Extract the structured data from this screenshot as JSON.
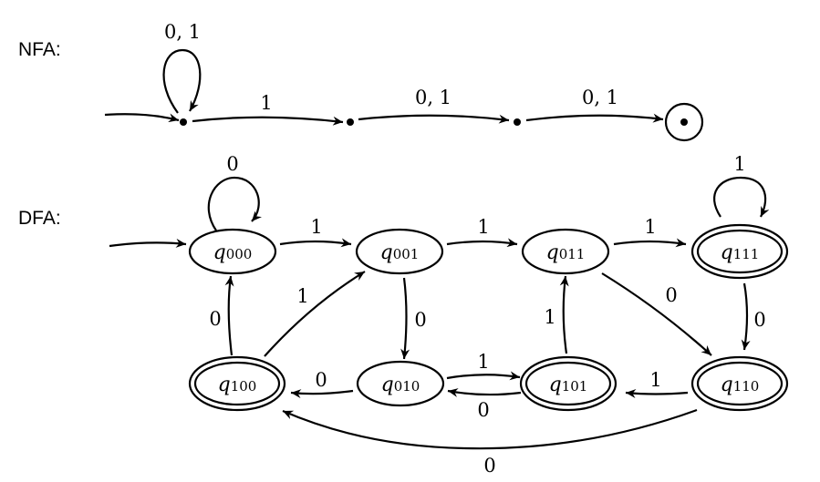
{
  "nfa": {
    "title": "NFA:",
    "states": [
      {
        "id": "n0",
        "start": true,
        "accepting": false
      },
      {
        "id": "n1",
        "start": false,
        "accepting": false
      },
      {
        "id": "n2",
        "start": false,
        "accepting": false
      },
      {
        "id": "n3",
        "start": false,
        "accepting": true
      }
    ],
    "transitions": [
      {
        "from": "n0",
        "to": "n0",
        "label": "0, 1"
      },
      {
        "from": "n0",
        "to": "n1",
        "label": "1"
      },
      {
        "from": "n1",
        "to": "n2",
        "label": "0, 1"
      },
      {
        "from": "n2",
        "to": "n3",
        "label": "0, 1"
      }
    ]
  },
  "dfa": {
    "title": "DFA:",
    "states": [
      {
        "id": "q000",
        "name": "q",
        "sub": "000",
        "start": true,
        "accepting": false
      },
      {
        "id": "q001",
        "name": "q",
        "sub": "001",
        "start": false,
        "accepting": false
      },
      {
        "id": "q011",
        "name": "q",
        "sub": "011",
        "start": false,
        "accepting": false
      },
      {
        "id": "q111",
        "name": "q",
        "sub": "111",
        "start": false,
        "accepting": true
      },
      {
        "id": "q100",
        "name": "q",
        "sub": "100",
        "start": false,
        "accepting": true
      },
      {
        "id": "q010",
        "name": "q",
        "sub": "010",
        "start": false,
        "accepting": false
      },
      {
        "id": "q101",
        "name": "q",
        "sub": "101",
        "start": false,
        "accepting": true
      },
      {
        "id": "q110",
        "name": "q",
        "sub": "110",
        "start": false,
        "accepting": true
      }
    ],
    "transitions": [
      {
        "from": "q000",
        "to": "q000",
        "label": "0"
      },
      {
        "from": "q000",
        "to": "q001",
        "label": "1"
      },
      {
        "from": "q001",
        "to": "q011",
        "label": "1"
      },
      {
        "from": "q011",
        "to": "q111",
        "label": "1"
      },
      {
        "from": "q111",
        "to": "q111",
        "label": "1"
      },
      {
        "from": "q100",
        "to": "q000",
        "label": "0"
      },
      {
        "from": "q100",
        "to": "q001",
        "label": "1"
      },
      {
        "from": "q001",
        "to": "q010",
        "label": "0"
      },
      {
        "from": "q101",
        "to": "q011",
        "label": "1"
      },
      {
        "from": "q011",
        "to": "q110",
        "label": "0"
      },
      {
        "from": "q111",
        "to": "q110",
        "label": "0"
      },
      {
        "from": "q010",
        "to": "q100",
        "label": "0"
      },
      {
        "from": "q010",
        "to": "q101",
        "label": "1"
      },
      {
        "from": "q101",
        "to": "q010",
        "label": "0"
      },
      {
        "from": "q110",
        "to": "q101",
        "label": "1"
      },
      {
        "from": "q110",
        "to": "q100",
        "label": "0"
      }
    ]
  }
}
